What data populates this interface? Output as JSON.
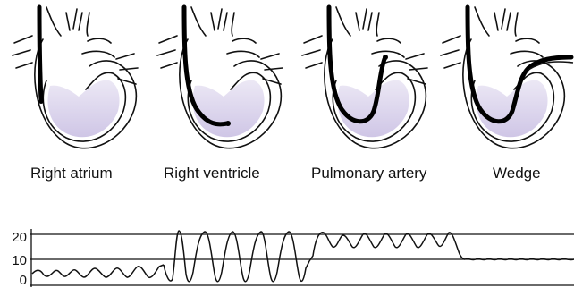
{
  "panels": [
    {
      "label": "Right atrium"
    },
    {
      "label": "Right ventricle"
    },
    {
      "label": "Pulmonary artery"
    },
    {
      "label": "Wedge"
    }
  ],
  "waveform": {
    "y_ticks": [
      "20",
      "10",
      "0"
    ],
    "segments": [
      "Right atrium",
      "Right ventricle",
      "Pulmonary artery",
      "Wedge"
    ]
  },
  "colors": {
    "ink": "#111111",
    "chamber_fill": "#cfc6e6",
    "chamber_fill_light": "#ece8f5",
    "catheter": "#000000"
  }
}
